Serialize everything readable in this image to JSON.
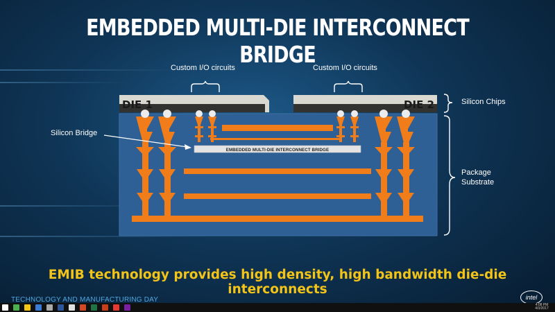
{
  "title": "EMBEDDED MULTI-DIE INTERCONNECT BRIDGE",
  "labels": {
    "custom_io_left": "Custom I/O circuits",
    "custom_io_right": "Custom I/O circuits",
    "silicon_bridge": "Silicon Bridge",
    "silicon_chips": "Silicon Chips",
    "package_substrate": [
      "Package",
      "Substrate"
    ],
    "die1": "DIE 1",
    "die2": "DIE 2",
    "bridge_text": "EMBEDDED MULTI-DIE INTERCONNECT BRIDGE"
  },
  "tagline": "EMIB technology provides high density, high bandwidth die-die interconnects",
  "footer": "TECHNOLOGY AND MANUFACTURING DAY",
  "logo": "intel",
  "taskbar": {
    "time": "4:08 PM",
    "date": "4/3/2017"
  },
  "colors": {
    "substrate": "#2e5f95",
    "interconnect": "#f07c1a",
    "die": "#d9d9d2",
    "tagline": "#f2c318",
    "footer": "#4fa7e0"
  }
}
